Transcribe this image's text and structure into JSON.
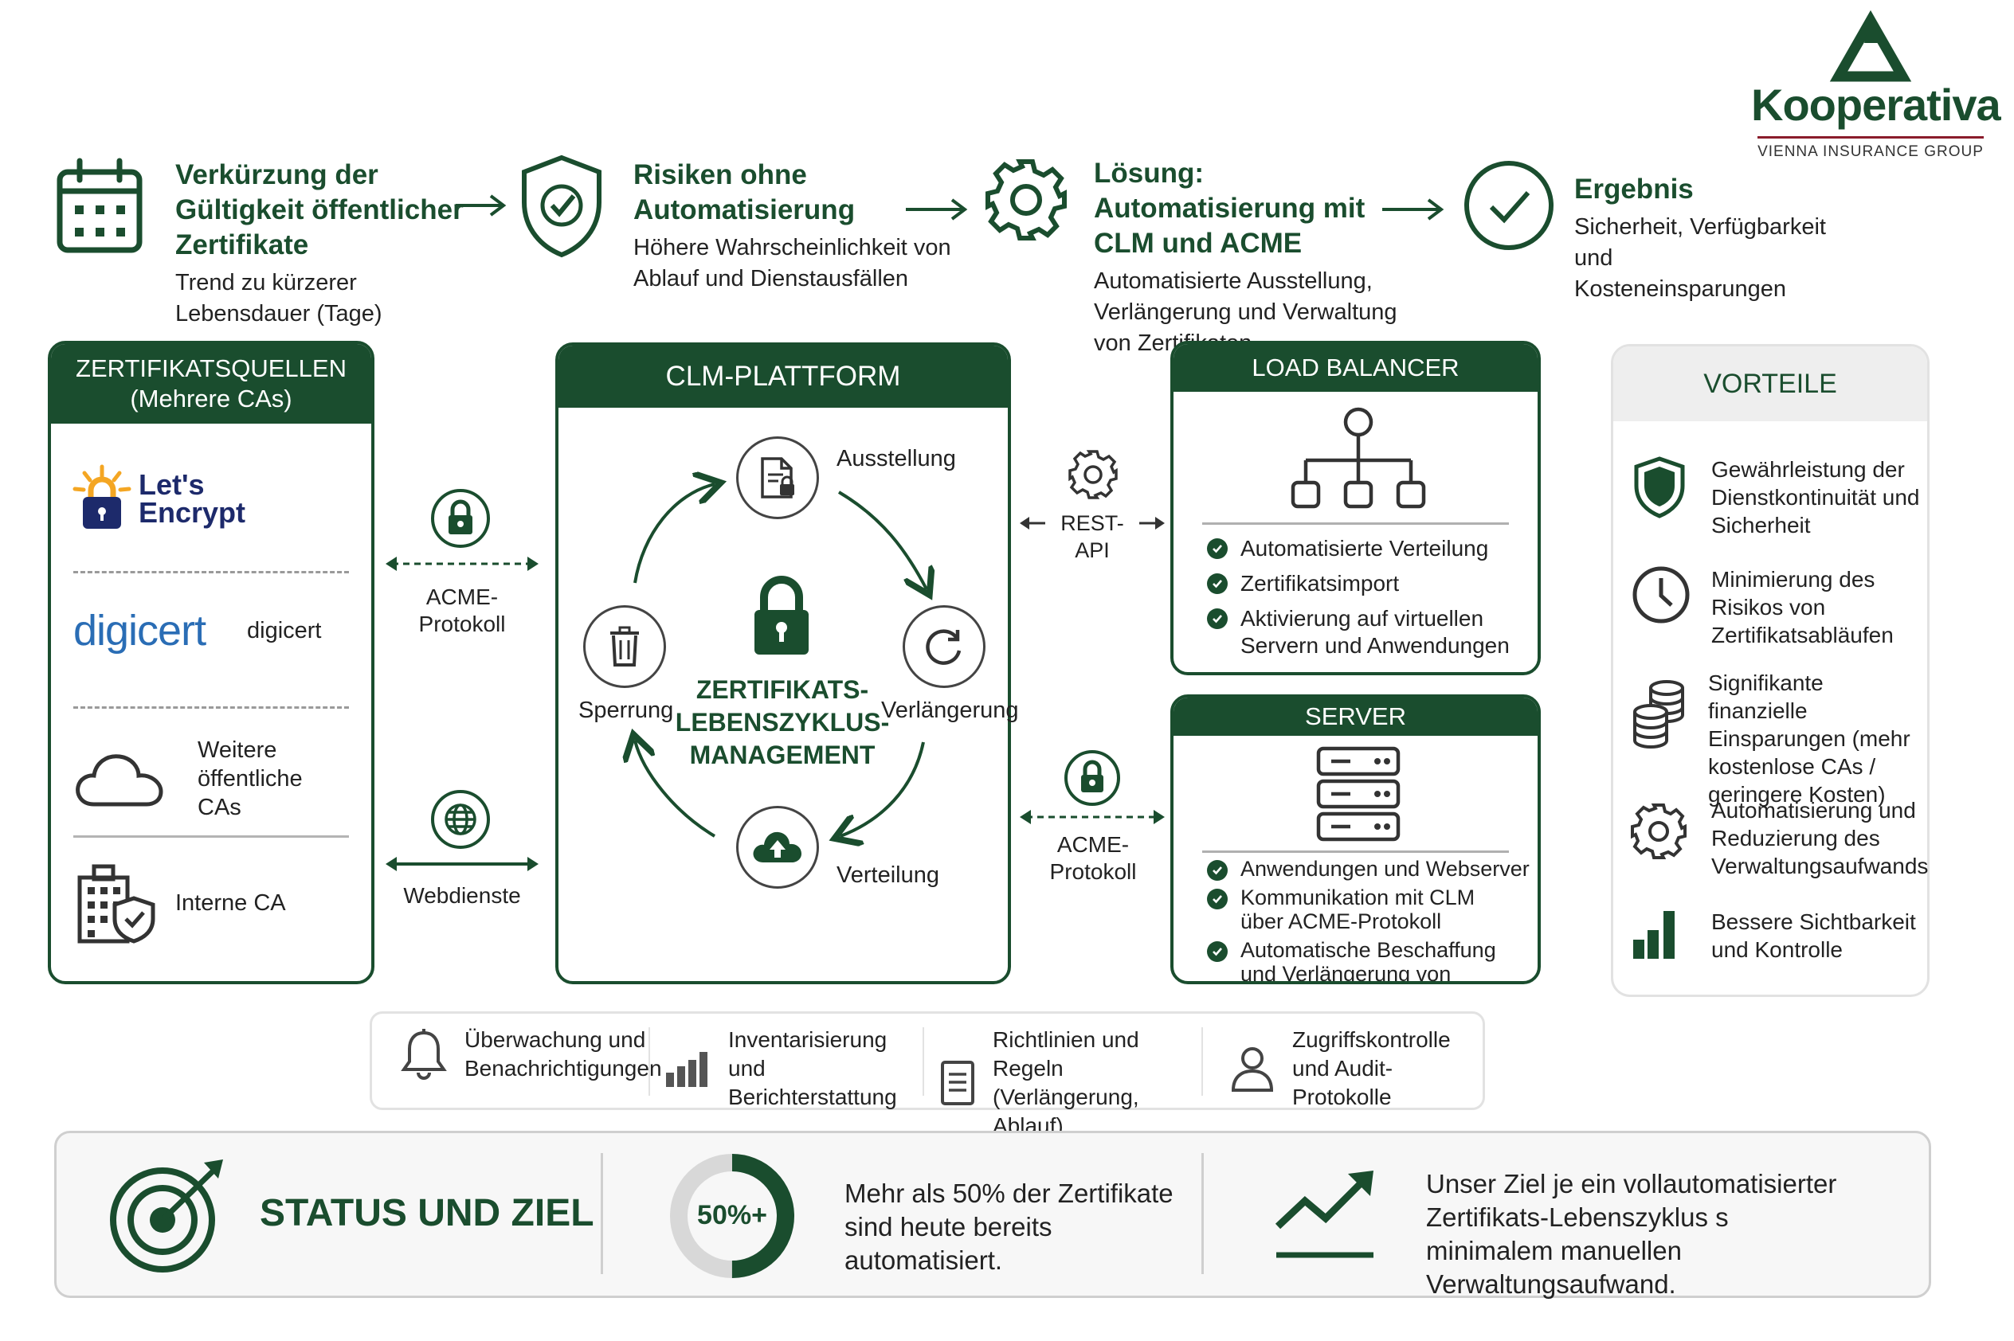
{
  "colors": {
    "primary": "#1a4d2e",
    "accent": "#8a1c2b",
    "text": "#222222",
    "border": "#d6d6d6",
    "light_bg": "#eeeeee"
  },
  "brand": {
    "name": "Kooperativa",
    "tagline": "VIENNA INSURANCE GROUP",
    "icon": "kooperativa-logo"
  },
  "flow": [
    {
      "icon": "calendar-icon",
      "title": "Verkürzung der Gültigkeit öffentlicher Zertifikate",
      "desc": "Trend zu kürzerer Lebensdauer (Tage)"
    },
    {
      "icon": "shield-check-icon",
      "title": "Risiken ohne Automatisierung",
      "desc": "Höhere Wahrscheinlichkeit von Ablauf und Dienstausfällen"
    },
    {
      "icon": "gear-icon",
      "title": "Lösung: Automatisierung mit CLM und ACME",
      "desc": "Automatisierte Ausstellung, Verlängerung und Verwaltung von Zertifikaten"
    },
    {
      "icon": "check-circle-icon",
      "title": "Ergebnis",
      "desc": "Sicherheit, Verfügbarkeit und Kosteneinsparungen"
    }
  ],
  "sources": {
    "title": "ZERTIFIKATSQUELLEN",
    "subtitle": "(Mehrere CAs)",
    "items": [
      {
        "logo_line1": "Let's",
        "logo_line2": "Encrypt",
        "label": "",
        "icon": "lets-encrypt-logo"
      },
      {
        "logo": "digicert",
        "label": "digicert",
        "icon": "digicert-logo"
      },
      {
        "label": "Weitere öffentliche CAs",
        "icon": "cloud-icon"
      },
      {
        "label": "Interne CA",
        "icon": "building-shield-icon"
      }
    ]
  },
  "connectors": {
    "acme_left": "ACME-Protokoll",
    "webdienste": "Webdienste",
    "rest_api": "REST-API",
    "acme_right": "ACME-Protokoll"
  },
  "clm": {
    "title": "CLM-PLATTFORM",
    "center_line1": "ZERTIFIKATS-",
    "center_line2": "LEBENSZYKLUS-",
    "center_line3": "MANAGEMENT",
    "stages": {
      "issue": "Ausstellung",
      "renew": "Verlängerung",
      "distribute": "Verteilung",
      "revoke": "Sperrung"
    }
  },
  "load_balancer": {
    "title": "LOAD BALANCER",
    "items": [
      "Automatisierte Verteilung",
      "Zertifikatsimport",
      "Aktivierung auf virtuellen Servern und Anwendungen"
    ]
  },
  "server": {
    "title": "SERVER",
    "items": [
      "Anwendungen und Webserver",
      "Kommunikation mit CLM über ACME-Protokoll",
      "Automatische Beschaffung und Verlängerung von Zertifikaten"
    ]
  },
  "benefits": {
    "title": "VORTEILE",
    "items": [
      {
        "icon": "shield-icon",
        "text": "Gewährleistung der Dienstkontinuität und Sicherheit"
      },
      {
        "icon": "clock-icon",
        "text": "Minimierung des Risikos von Zertifikatsabläufen"
      },
      {
        "icon": "coins-icon",
        "text": "Signifikante finanzielle Einsparungen (mehr kostenlose CAs / geringere Kosten)"
      },
      {
        "icon": "gear-icon",
        "text": "Automatisierung und Reduzierung des Verwaltungsaufwands"
      },
      {
        "icon": "bar-chart-icon",
        "text": "Bessere Sichtbarkeit und Kontrolle"
      }
    ]
  },
  "features": [
    {
      "icon": "bell-icon",
      "text": "Überwachung und Benachrichtigungen"
    },
    {
      "icon": "bar-chart-icon",
      "text": "Inventarisierung und Berichterstattung"
    },
    {
      "icon": "document-icon",
      "text": "Richtlinien und Regeln (Verlängerung, Ablauf)"
    },
    {
      "icon": "user-icon",
      "text": "Zugriffskontrolle und Audit-Protokolle"
    }
  ],
  "status": {
    "title": "STATUS UND ZIEL",
    "percent_label": "50%+",
    "percent_value": 0.5,
    "percent_text": "Mehr als 50% der Zertifikate sind heute bereits automatisiert.",
    "goal_text": "Unser Ziel je ein vollautomatisierter Zertifikats-Lebenszyklus s minimalem manuellen Verwaltungsaufwand."
  }
}
